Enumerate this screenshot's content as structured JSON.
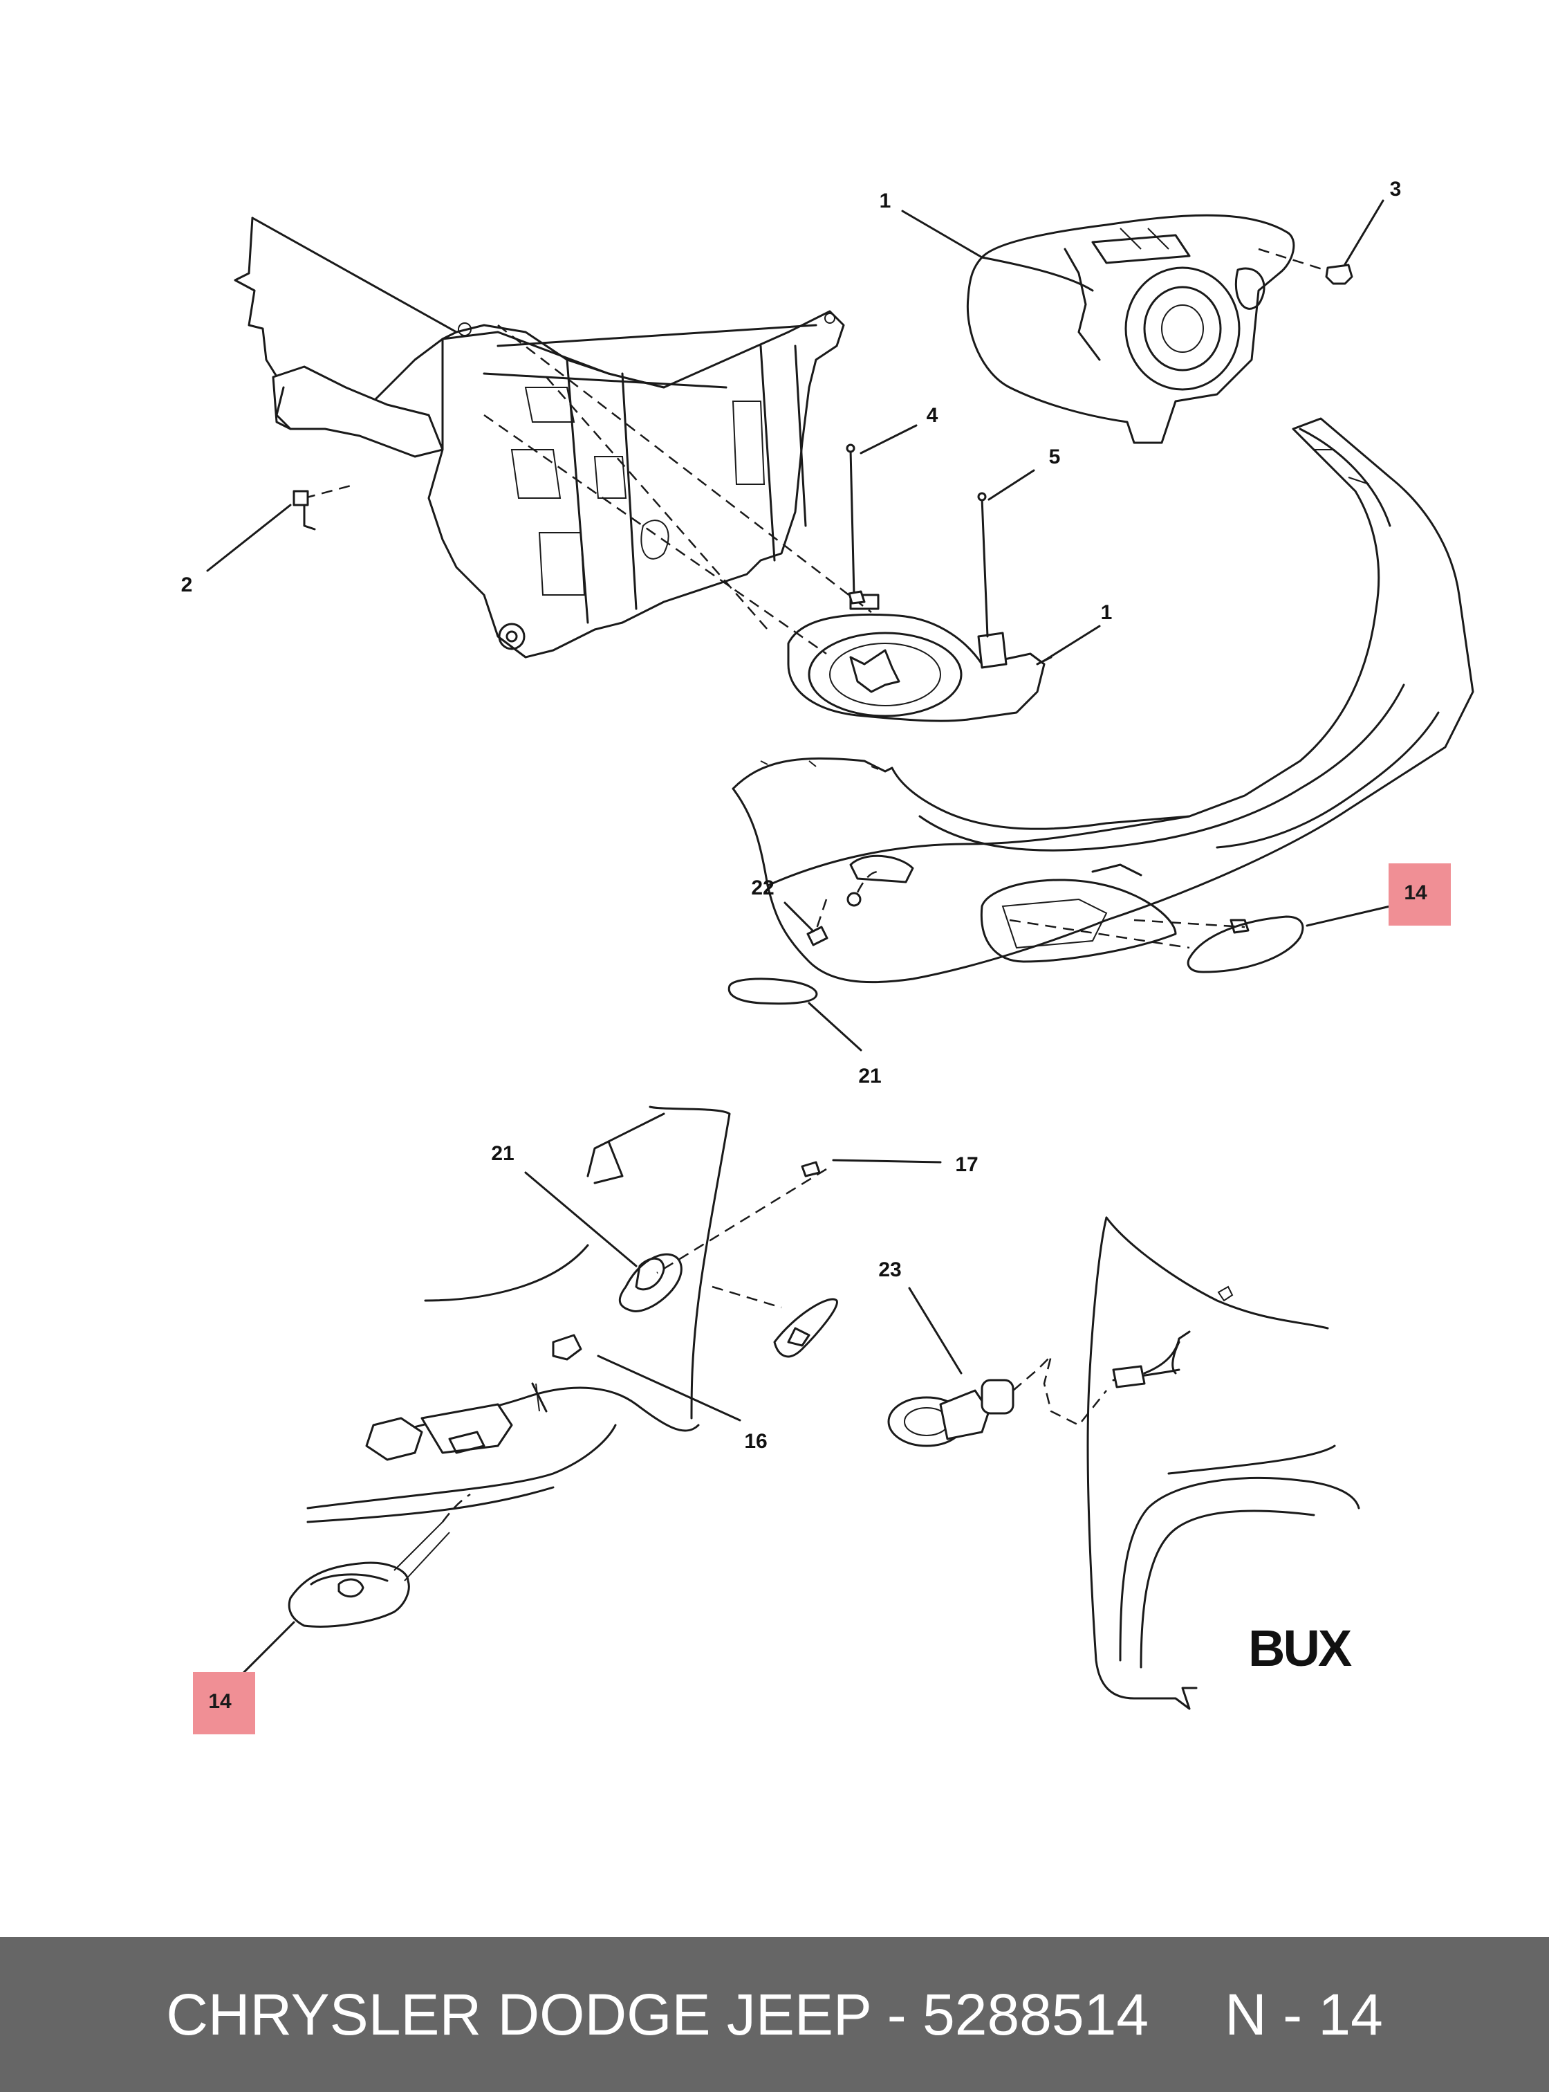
{
  "callouts": {
    "c1_top": "1",
    "c1_lamp": "1",
    "c2": "2",
    "c3": "3",
    "c4": "4",
    "c5": "5",
    "c14_upper": "14",
    "c14_lower": "14",
    "c16": "16",
    "c17": "17",
    "c21_upper": "21",
    "c21_lower": "21",
    "c22": "22",
    "c23": "23"
  },
  "code_label": "BUX",
  "colors": {
    "highlight": "#f08f95",
    "footer_bg": "#666666",
    "footer_text": "#ffffff",
    "line": "#1a1a1a"
  },
  "footer": {
    "brand_part": "CHRYSLER DODGE JEEP - 5288514",
    "ref": "N - 14"
  }
}
